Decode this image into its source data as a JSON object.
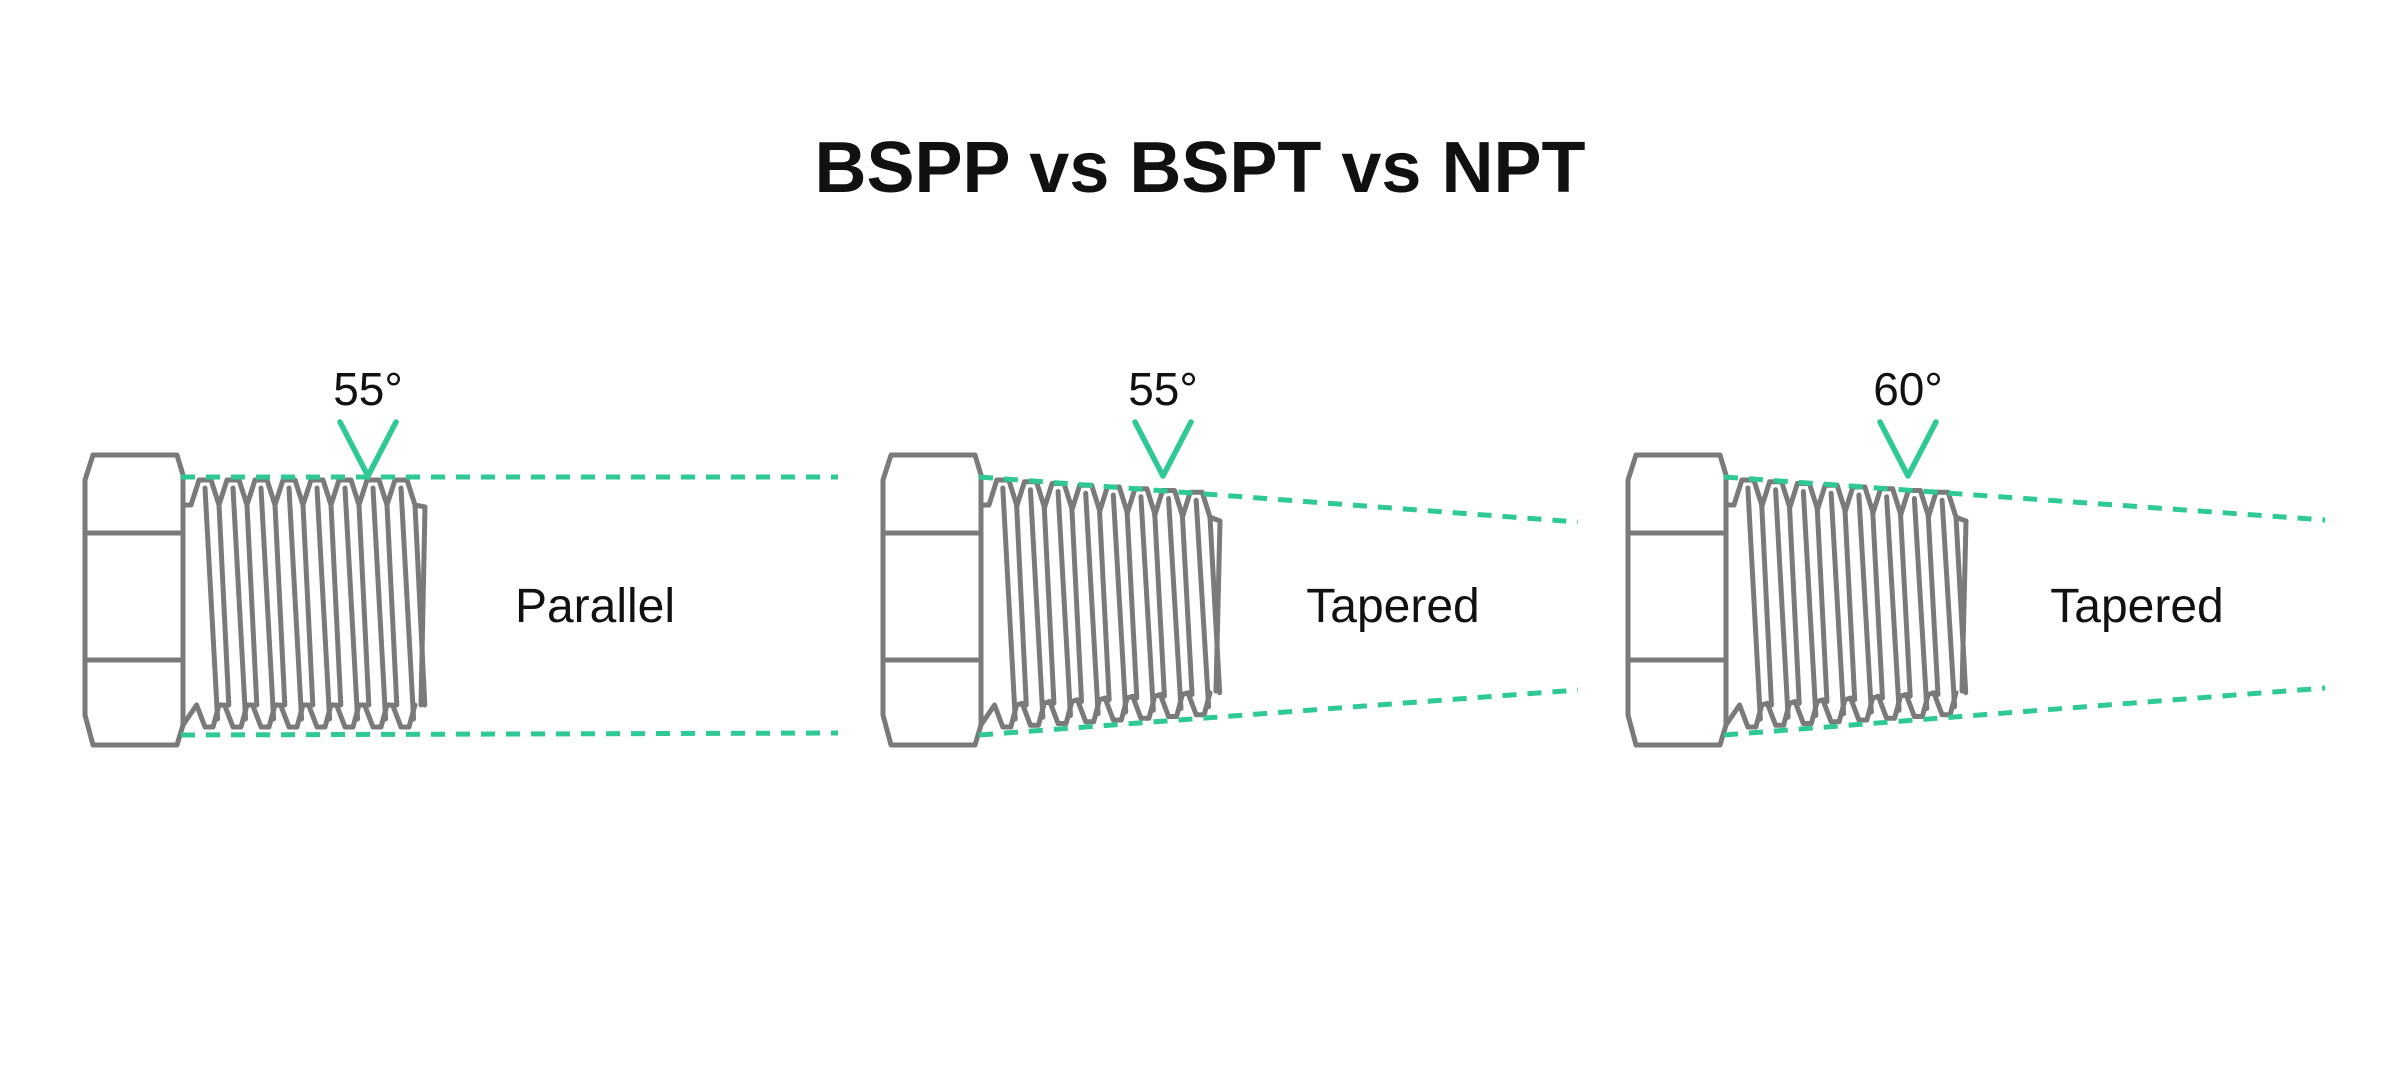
{
  "title": "BSPP vs BSPT vs NPT",
  "colors": {
    "accent": "#2ec995",
    "outline": "#7a7a7a",
    "text": "#111111"
  },
  "threads": [
    {
      "id": "bspp",
      "angle_label": "55°",
      "type_label": "Parallel",
      "tapered": false
    },
    {
      "id": "bspt",
      "angle_label": "55°",
      "type_label": "Tapered",
      "tapered": true
    },
    {
      "id": "npt",
      "angle_label": "60°",
      "type_label": "Tapered",
      "tapered": true
    }
  ]
}
